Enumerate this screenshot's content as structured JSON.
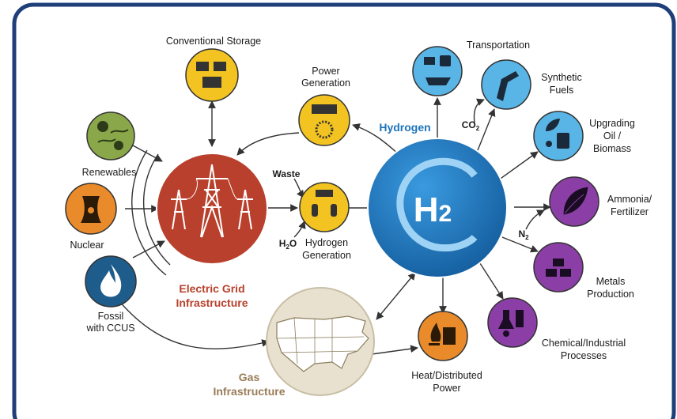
{
  "colors": {
    "frame": "#1f3f7a",
    "electric_grid": "#b8402c",
    "hydrogen": "#1b74bd",
    "gas": "#e9e1cf",
    "yellow_node": "#f2c321",
    "orange_node": "#e98b2a",
    "green_node": "#8aa84a",
    "blue_node": "#1e5c8c",
    "light_blue_node": "#59b5e6",
    "purple_node": "#8b3fa6"
  },
  "labels": {
    "conventional_storage": "Conventional Storage",
    "renewables": "Renewables",
    "nuclear": "Nuclear",
    "fossil_1": "Fossil",
    "fossil_2": "with CCUS",
    "electric_grid_1": "Electric Grid",
    "electric_grid_2": "Infrastructure",
    "power_generation_1": "Power",
    "power_generation_2": "Generation",
    "waste": "Waste",
    "h2o": "H",
    "h2o_sub": "2",
    "h2o_end": "O",
    "hydrogen_generation_1": "Hydrogen",
    "hydrogen_generation_2": "Generation",
    "hydrogen": "Hydrogen",
    "h2_logo": "H",
    "h2_logo_sub": "2",
    "transportation": "Transportation",
    "synthetic_fuels_1": "Synthetic",
    "synthetic_fuels_2": "Fuels",
    "co2": "CO",
    "co2_sub": "2",
    "upgrading_1": "Upgrading",
    "upgrading_2": "Oil /",
    "upgrading_3": "Biomass",
    "ammonia_1": "Ammonia/",
    "ammonia_2": "Fertilizer",
    "n2": "N",
    "n2_sub": "2",
    "metals_1": "Metals",
    "metals_2": "Production",
    "chemical_1": "Chemical/Industrial",
    "chemical_2": "Processes",
    "heat_1": "Heat/Distributed",
    "heat_2": "Power",
    "gas_1": "Gas",
    "gas_2": "Infrastructure"
  },
  "icons": {
    "conventional_storage": "battery-storage-icon",
    "renewables": "sun-wind-wave-icon",
    "nuclear": "cooling-tower-icon",
    "fossil": "flame-icon",
    "electric_grid": "transmission-tower-icon",
    "power_generation": "fuel-cell-turbine-icon",
    "hydrogen_generation": "electrolyzer-icon",
    "transportation": "truck-train-ship-icon",
    "synthetic_fuels": "fuel-nozzle-icon",
    "upgrading": "oil-drum-leaf-icon",
    "ammonia": "leaf-icon",
    "metals": "metal-ingots-icon",
    "chemical": "flask-factory-icon",
    "heat": "flame-building-icon",
    "gas": "usa-map-icon"
  }
}
